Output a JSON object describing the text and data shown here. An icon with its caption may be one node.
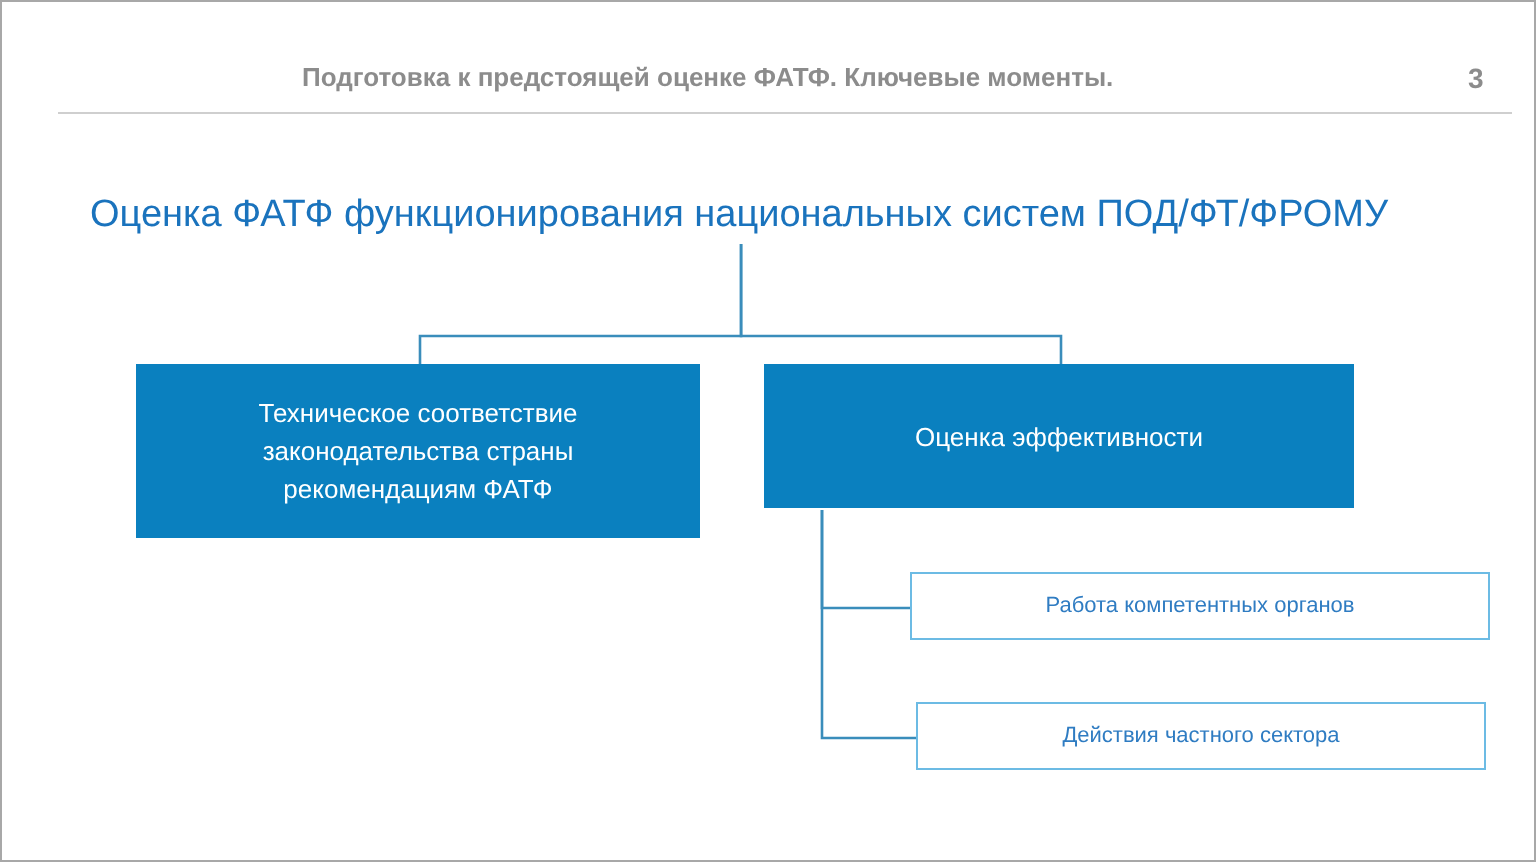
{
  "diagram": {
    "title": "Подготовка к предстоящей оценке ФАТФ. Ключевые моменты.",
    "nodes": [
      {
        "text": [
          "Оценка ФАТФ функционирования национальных систем ПОД/ФТ/ФРОМУ"
        ]
      },
      {
        "text": [
          "Техническое соответствие законодательства страны рекомендациям ФАТФ"
        ]
      },
      {
        "text": [
          "Оценка эффективности"
        ]
      },
      {
        "text": [
          "Работа компетентных органов"
        ]
      },
      {
        "text": [
          "Действия частного сектора"
        ]
      }
    ],
    "edges": [
      {
        "from": 0,
        "to": 1,
        "arrow": "none"
      },
      {
        "from": 0,
        "to": 2,
        "arrow": "none"
      },
      {
        "from": 2,
        "to": 3,
        "arrow": "none"
      },
      {
        "from": 2,
        "to": 4,
        "arrow": "none"
      }
    ],
    "labels": [
      "3"
    ]
  }
}
